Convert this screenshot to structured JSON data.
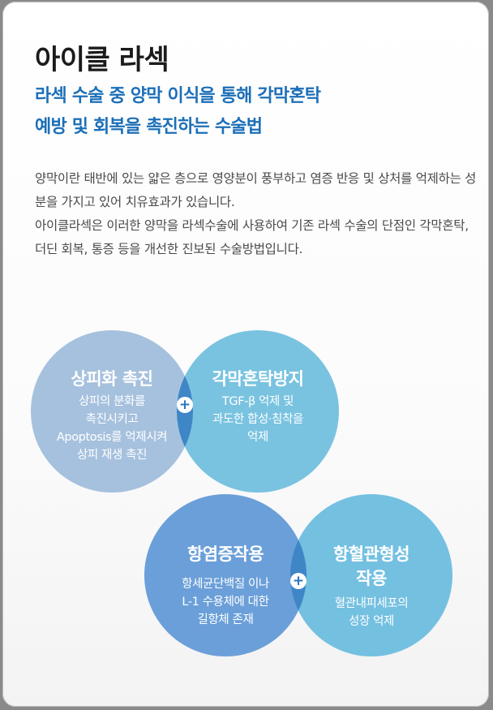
{
  "title": "아이클 라섹",
  "subtitle": {
    "line1": "라섹 수술 중 양막 이식을 통해 각막혼탁",
    "line2": "예방 및 회복을 촉진하는 수술법"
  },
  "paragraphs": {
    "p1": "양막이란 태반에 있는 얇은 층으로 영양분이 풍부하고 염증 반응 및 상처를 억제하는 성분을 가지고 있어 치유효과가 있습니다.",
    "p2": "아이클라섹은 이러한 양막을 라섹수술에 사용하여 기존 라섹 수술의 단점인 각막혼탁, 더딘 회복, 통증 등을 개선한 진보된 수술방법입니다."
  },
  "circles": [
    {
      "title": "상피화 촉진",
      "lines": [
        "상피의 분화를",
        "촉진시키고",
        "Apoptosis를 억제시켜",
        "상피 재생 촉진"
      ]
    },
    {
      "title": "각막혼탁방지",
      "lines": [
        "TGF-β 억제 및",
        "과도한 합성·침착을",
        "억제"
      ]
    },
    {
      "title": "항염증작용",
      "lines": [
        "항세균단백질 이나",
        "L-1 수용체에 대한",
        "길항체 존재"
      ]
    },
    {
      "title_line1": "항혈관형성",
      "title_line2": "작용",
      "lines": [
        "혈관내피세포의",
        "성장 억제"
      ]
    }
  ],
  "plus_symbol": "+",
  "colors": {
    "title": "#1b1b1b",
    "subtitle": "#1c6fb8",
    "circle1": "#a6c1de",
    "circle2": "#79c3e0",
    "circle3": "#6b9fd9",
    "circle4": "#74c0e1",
    "overlap": "#3f86c6"
  }
}
